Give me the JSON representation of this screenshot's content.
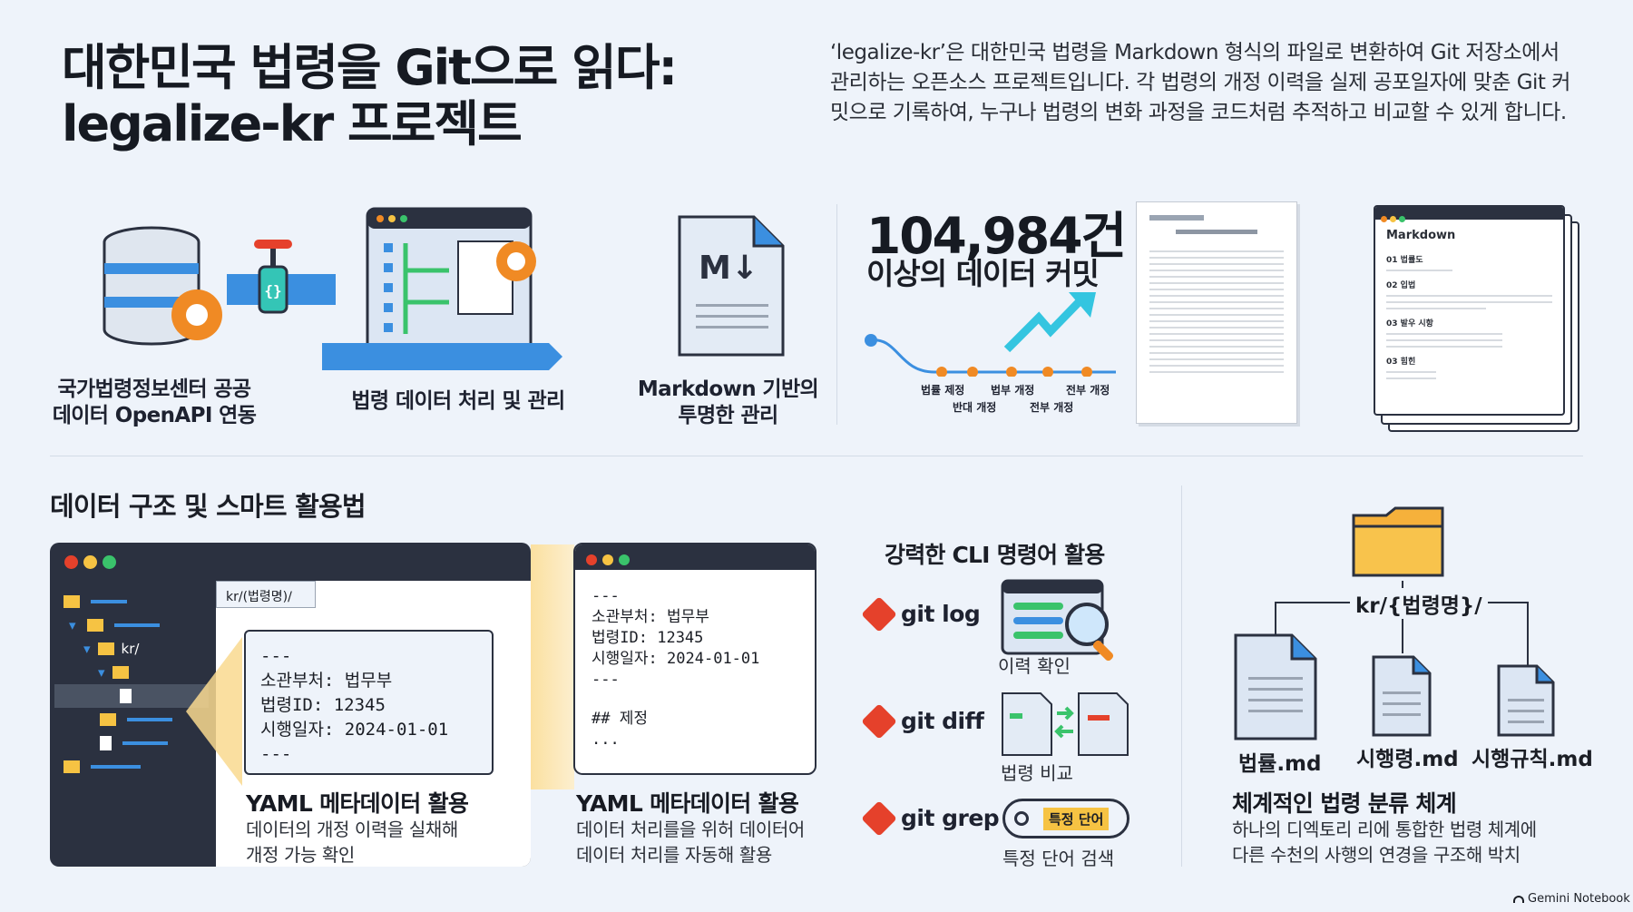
{
  "header": {
    "title_line1": "대한민국 법령을 Git으로 읽다:",
    "title_line2": "legalize-kr 프로젝트",
    "description": "‘legalize-kr’은 대한민국 법령을 Markdown 형식의 파일로 변환하여 Git 저장소에서 관리하는 오픈소스 프로젝트입니다. 각 법령의 개정 이력을 실제 공포일자에 맞춘 Git 커밋으로 기록하여, 누구나 법령의 변화 과정을 코드처럼 추적하고 비교할 수 있게 합니다."
  },
  "top": {
    "api_caption_1": "국가법령정보센터 공공",
    "api_caption_2": "데이터 OpenAPI 연동",
    "processing_caption": "법령 데이터 처리 및 관리",
    "markdown_logo": "M↓",
    "markdown_caption_1": "Markdown 기반의",
    "markdown_caption_2": "투명한 관리",
    "stat_number": "104,984건",
    "stat_label": "이상의 데이터 커밋",
    "timeline": [
      "법률 제정",
      "반대 개정",
      "법부 개정",
      "전부 개정",
      "전부 개정"
    ],
    "md_doc": {
      "title": "Markdown",
      "h1": "01 법률도",
      "h2": "02 입법",
      "h3": "03 발우 시항",
      "h4": "03 힘힌"
    }
  },
  "bottom": {
    "section_title": "데이터 구조 및 스마트 활용법",
    "explorer_tab": "kr/(법령명)/",
    "tree_label": "kr/",
    "yaml": {
      "sep": "---",
      "line1": "소관부처:  법무부",
      "line2": "법령ID:  12345",
      "line3": "시행일자:  2024-01-01",
      "heading": "## 제정",
      "ellipsis": "..."
    },
    "card1_title": "YAML 메타데이터 활용",
    "card1_desc_1": "데이터의 개정 이력을 실채해",
    "card1_desc_2": "개정 가능 확인",
    "card2_title": "YAML 메타데이터 활용",
    "card2_desc_1": "데이터 처리를을 위허 데이터어",
    "card2_desc_2": "데이터 처리를 자동해 활용",
    "cli_title": "강력한 CLI 명령어 활용",
    "cli": [
      {
        "cmd": "git log",
        "sub": "이력 확인"
      },
      {
        "cmd": "git diff",
        "sub": "법령 비교"
      },
      {
        "cmd": "git grep",
        "sub": "특정 단어 검색",
        "search_term": "특정 단어"
      }
    ],
    "folder_path": "kr/{법령명}/",
    "files": [
      "법률.md",
      "시행령.md",
      "시행규칙.md"
    ],
    "system_title": "체계적인 법령 분류 체계",
    "system_desc_1": "하나의 디엑토리 리에 통합한 법령 체계에",
    "system_desc_2": "다른 수천의 사행의 연경을 구조해 박치"
  },
  "footer": {
    "brand": "Gemini Notebook"
  },
  "colors": {
    "accent_blue": "#3b8fe0",
    "orange": "#f08a24",
    "git_red": "#e5412b",
    "dark": "#2b3140"
  }
}
